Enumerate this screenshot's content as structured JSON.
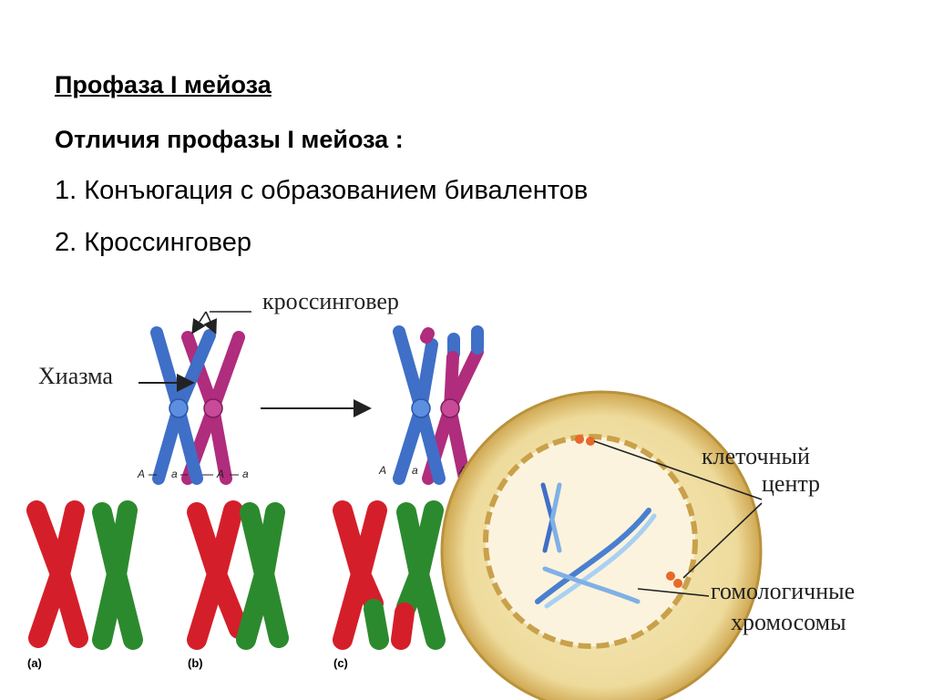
{
  "slide": {
    "title": "Профаза I мейоза",
    "subtitle": "Отличия профазы I мейоза :",
    "items": [
      "1. Конъюгация с образованием бивалентов",
      "2. Кроссинговер"
    ]
  },
  "crossover_figure": {
    "label_crossover": "кроссинговер",
    "label_chiasma": "Хиазма",
    "alleles": [
      "A",
      "a",
      "A",
      "a"
    ]
  },
  "cell_figure": {
    "label_cell_center_1": "клеточный",
    "label_cell_center_2": "центр",
    "label_homologous_1": "гомологичные",
    "label_homologous_2": "хромосомы"
  },
  "panels": {
    "a": "(a)",
    "b": "(b)",
    "c": "(c)"
  },
  "colors": {
    "blue": "#3f6fc7",
    "magenta": "#b02c7d",
    "red": "#d41f2a",
    "green": "#2c8a2e",
    "cell_fill": "#eedb9c",
    "cell_rim": "#cfa750",
    "nucleus": "#fbf3dd",
    "centriole": "#e8682a"
  }
}
